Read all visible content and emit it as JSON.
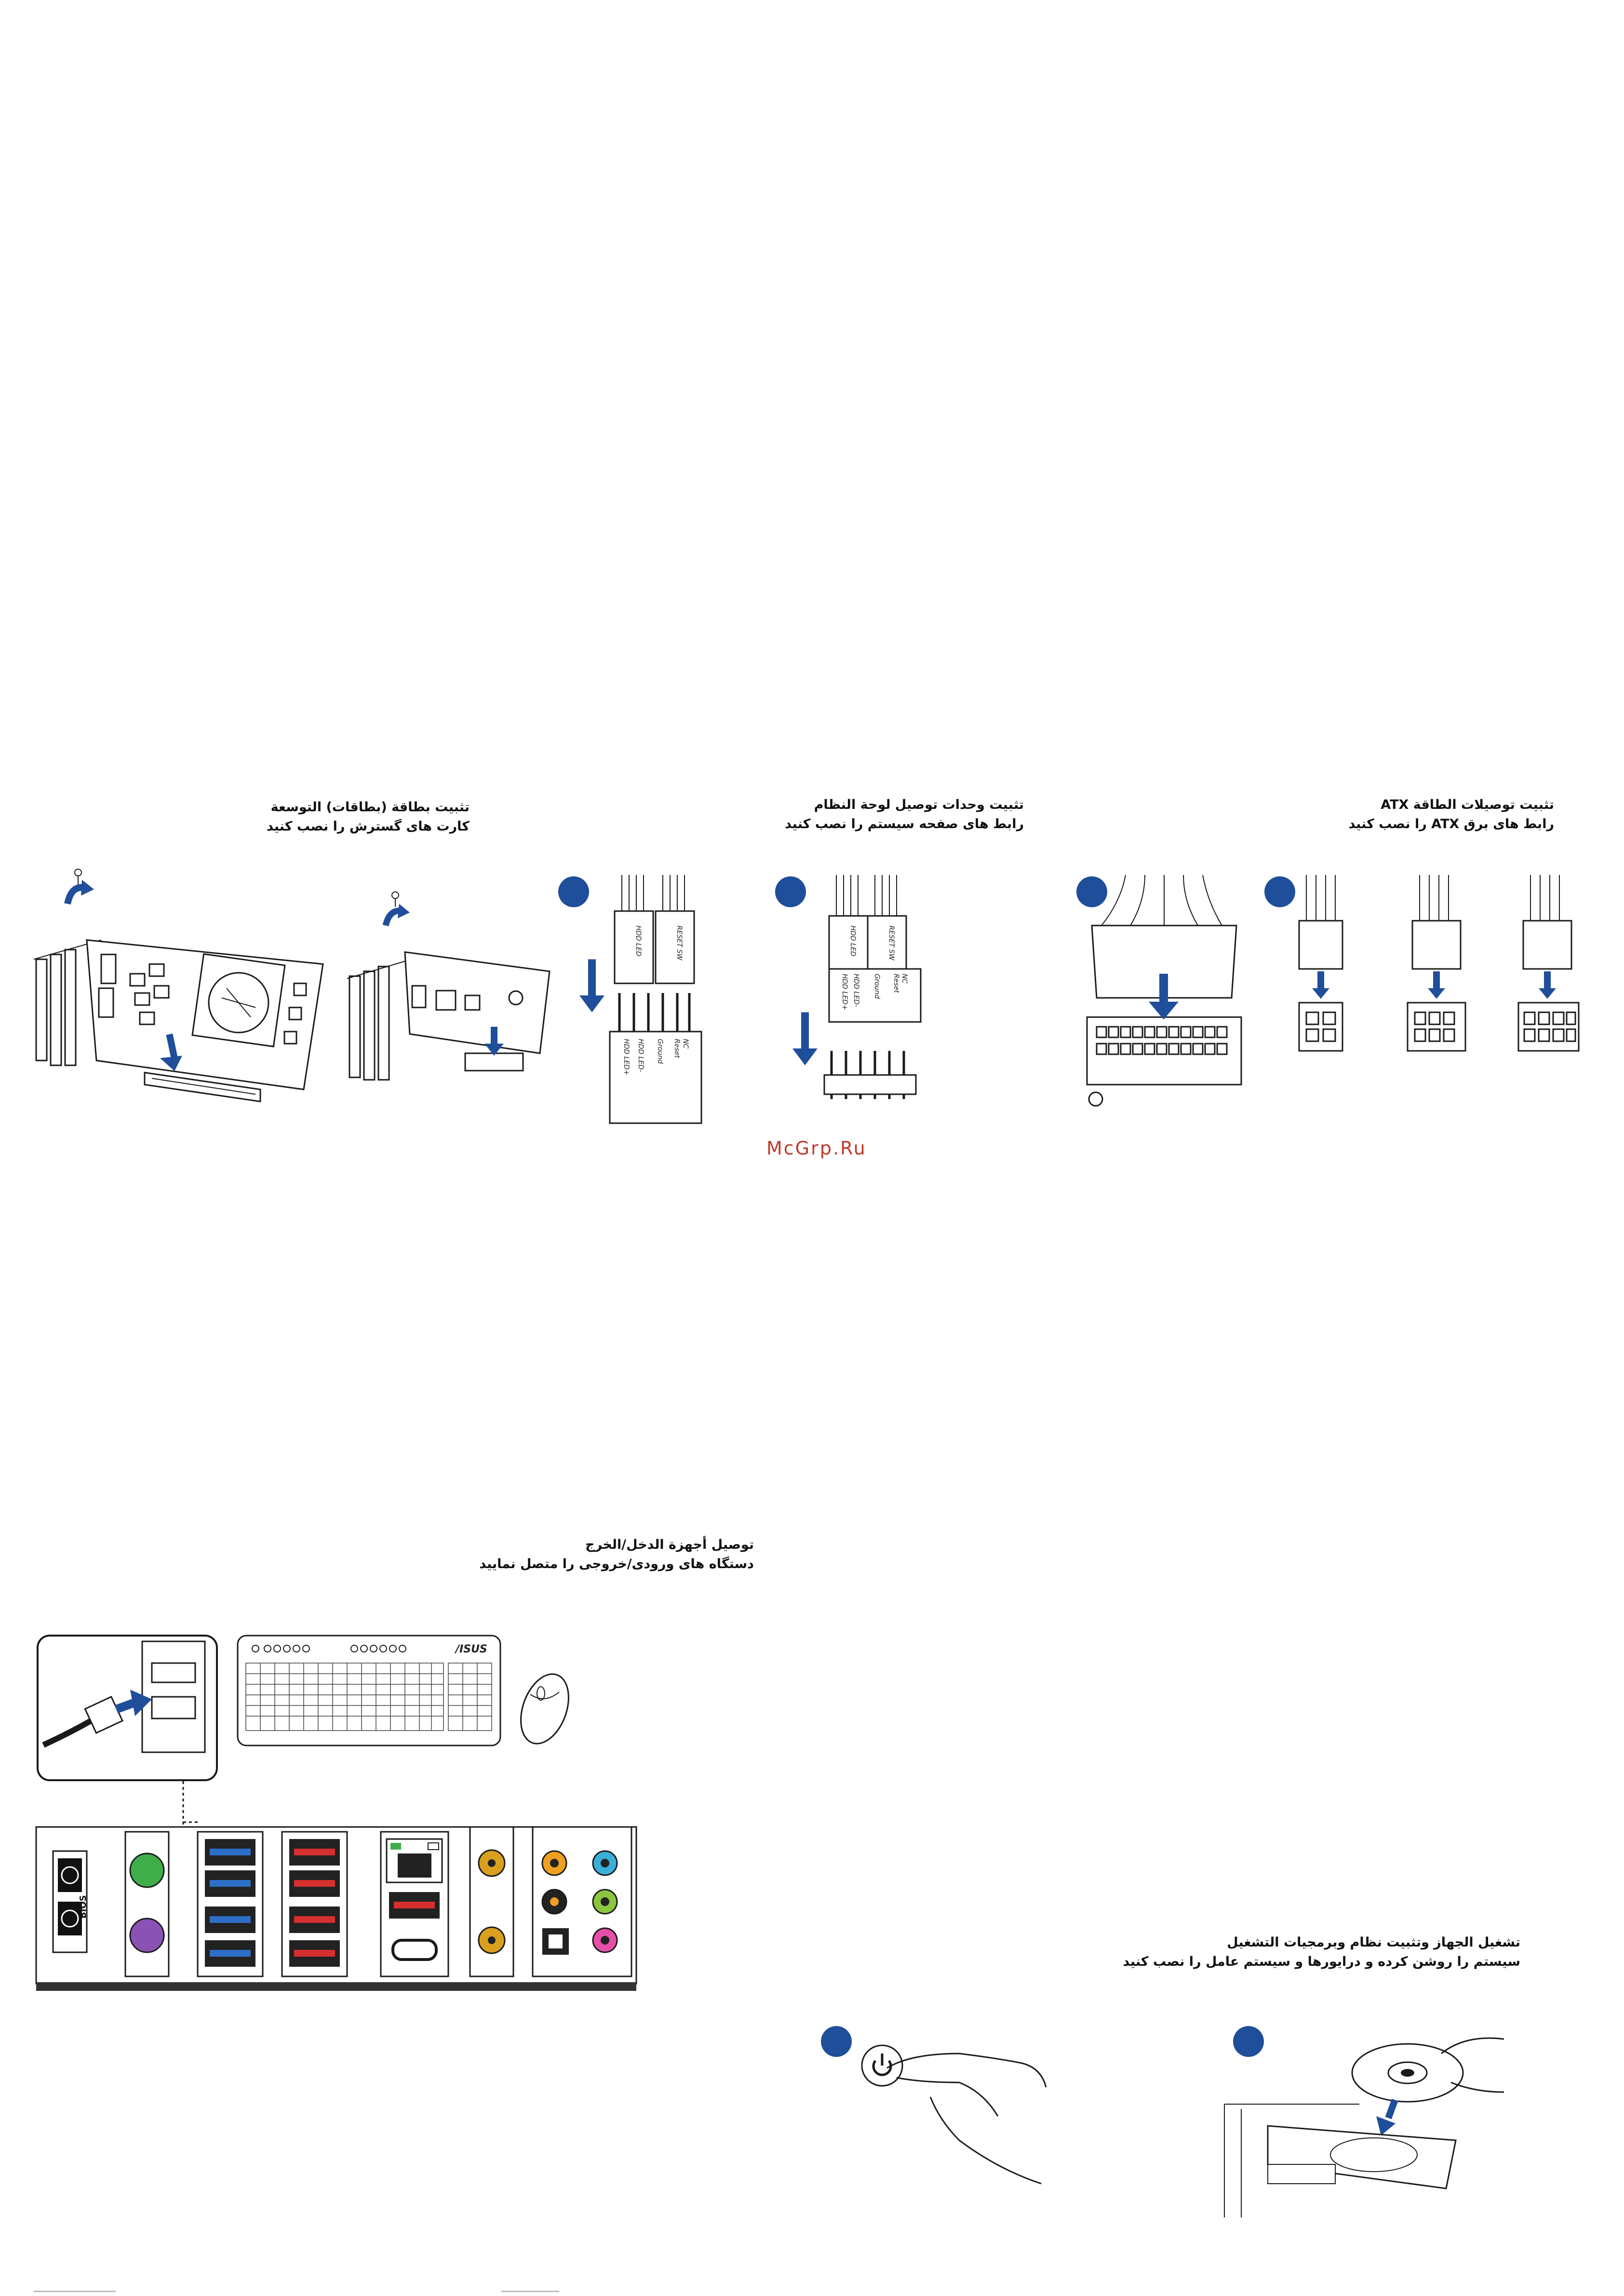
{
  "sections": {
    "expansion": {
      "title_ar": "تثبيت بطاقة (بطاقات) التوسعة",
      "title_fa": "کارت های گسترش را نصب کنید"
    },
    "panel": {
      "title_ar": "تثبيت وحدات توصيل لوحة النظام",
      "title_fa": "رابط های صفحه سیستم را نصب کنید"
    },
    "atx": {
      "title_ar": "تثبيت توصيلات الطاقة ATX",
      "title_fa": "رابط های برق ATX را نصب کنید"
    },
    "io": {
      "title_ar": "توصيل أجهزة الدخل/الخرج",
      "title_fa": "دستگاه های ورودی/خروجی را متصل نمایید"
    },
    "power": {
      "title_ar": "تشغيل الجهاز وتثبيت نظام وبرمجيات التشغيل",
      "title_fa": "سیستم را روشن کرده و درایورها و سیستم عامل را نصب کنید"
    }
  },
  "panel_labels": {
    "hdd_led": "HDD LED",
    "reset_sw": "RESET SW",
    "hdd_plus": "HDD LED+",
    "hdd_minus": "HDD LED-",
    "ground": "Ground",
    "reset": "Reset",
    "nc": "NC"
  },
  "keyboard_brand": "/ISUS",
  "bios_label": "BIOS",
  "watermark": "McGrp.Ru",
  "colors": {
    "accent_blue": "#1f4e9a",
    "usb3_blue": "#2d6fc7",
    "usb_red": "#d62f2f",
    "ps2_green": "#3fae49",
    "ps2_purple": "#8a52b4",
    "audio_orange": "#f0a020",
    "audio_teal": "#3ab0d8",
    "audio_green": "#8cc63f",
    "audio_pink": "#e64fa8",
    "coax_gold": "#d9a020"
  }
}
